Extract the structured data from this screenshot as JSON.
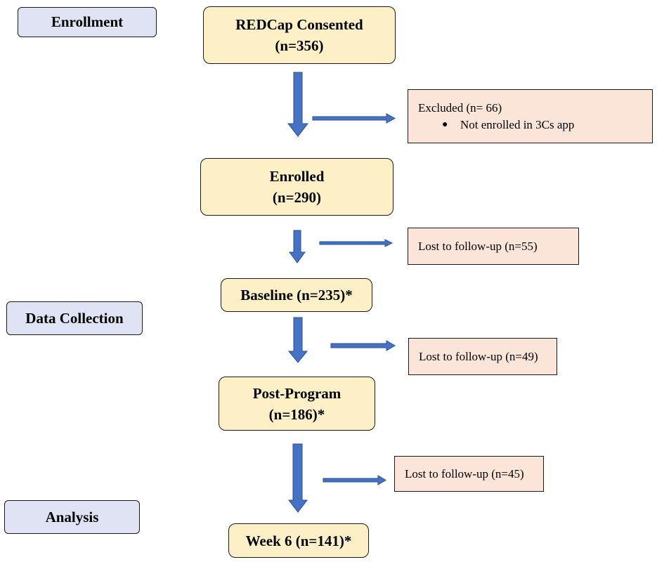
{
  "stages": {
    "enrollment": "Enrollment",
    "data_collection": "Data Collection",
    "analysis": "Analysis"
  },
  "flow": {
    "consented": {
      "line1": "REDCap Consented",
      "line2": "(n=356)"
    },
    "enrolled": {
      "line1": "Enrolled",
      "line2": "(n=290)"
    },
    "baseline": {
      "line1": "Baseline (n=235)*"
    },
    "post_program": {
      "line1": "Post-Program",
      "line2": "(n=186)*"
    },
    "week6": {
      "line1": "Week 6 (n=141)*"
    }
  },
  "exclusions": {
    "excluded": {
      "title": "Excluded (n= 66)",
      "bullet": "Not enrolled in 3Cs app"
    },
    "lost1": "Lost to follow-up (n=55)",
    "lost2": "Lost to follow-up (n=49)",
    "lost3": "Lost to follow-up (n=45)"
  },
  "colors": {
    "stage_fill": "#dfe3f4",
    "flow_fill": "#fdf0c6",
    "exclusion_fill": "#fbe5d8",
    "arrow": "#4472c4"
  }
}
